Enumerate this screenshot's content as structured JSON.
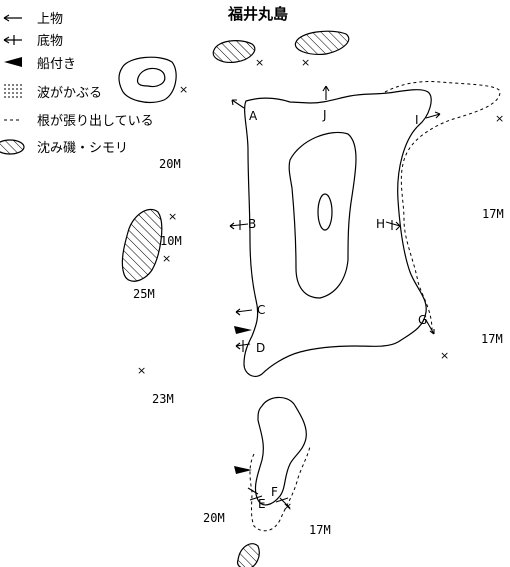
{
  "title": "福井丸島",
  "legend": [
    {
      "symbol": "arrow-bare",
      "label": "上物"
    },
    {
      "symbol": "arrow-crossed",
      "label": "底物"
    },
    {
      "symbol": "boat-wedge",
      "label": "船付き"
    },
    {
      "symbol": "wave-dots",
      "label": "波がかぶる"
    },
    {
      "symbol": "dashed-line",
      "label": "根が張り出している"
    },
    {
      "symbol": "hatched-oval",
      "label": "沈み磯・シモリ"
    }
  ],
  "points": [
    "A",
    "B",
    "C",
    "D",
    "E",
    "F",
    "G",
    "H",
    "I",
    "J"
  ],
  "depths": [
    "20M",
    "17M",
    "10M",
    "25M",
    "17M",
    "23M",
    "20M",
    "17M"
  ],
  "marks": [
    "×",
    "×",
    "×",
    "×",
    "×",
    "×",
    "×",
    "×",
    "×"
  ]
}
